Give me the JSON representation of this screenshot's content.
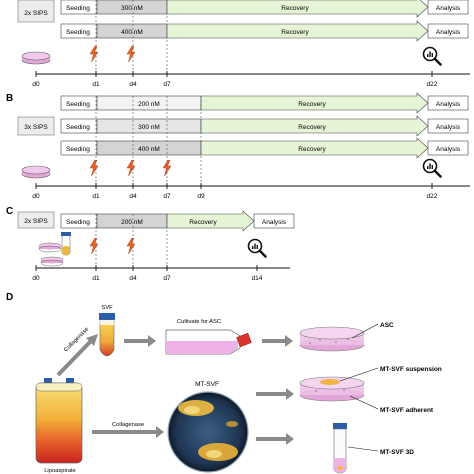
{
  "panels": {
    "A": {
      "group_label": "2x SIPS",
      "rows": [
        {
          "seeding": "Seeding",
          "dose": "300 nM",
          "recovery": "Recovery",
          "analysis": "Analysis"
        },
        {
          "seeding": "Seeding",
          "dose": "400 nM",
          "recovery": "Recovery",
          "analysis": "Analysis"
        }
      ],
      "days": [
        "d0",
        "d1",
        "d4",
        "d7",
        "d22"
      ]
    },
    "B": {
      "letter": "B",
      "group_label": "3x SIPS",
      "rows": [
        {
          "seeding": "Seeding",
          "dose": "200 nM",
          "recovery": "Recovery",
          "analysis": "Analysis"
        },
        {
          "seeding": "Seeding",
          "dose": "300 nM",
          "recovery": "Recovery",
          "analysis": "Analysis"
        },
        {
          "seeding": "Seeding",
          "dose": "400 nM",
          "recovery": "Recovery",
          "analysis": "Analysis"
        }
      ],
      "days": [
        "d0",
        "d1",
        "d4",
        "d7",
        "d9",
        "d22"
      ]
    },
    "C": {
      "letter": "C",
      "group_label": "2x SIPS",
      "row": {
        "seeding": "Seeding",
        "dose": "200 nM",
        "recovery": "Recovery",
        "analysis": "Analysis"
      },
      "days": [
        "d0",
        "d1",
        "d4",
        "d7",
        "d14"
      ]
    },
    "D": {
      "letter": "D",
      "svf": "SVF",
      "collagenase_1": "Collagenase",
      "collagenase_2": "Collagenase",
      "cultivate": "Cultivate for ASC",
      "asc": "ASC",
      "mt_svf": "MT-SVF",
      "mt_svf_suspension": "MT-SVF suspension",
      "mt_svf_adherent": "MT-SVF adherent",
      "mt_svf_3d": "MT-SVF 3D",
      "lipoaspirate": "Lipoaspirate"
    }
  },
  "colors": {
    "seeding": "#ffffff",
    "dose": "#d4d4d4",
    "recovery": "#e5f5d6",
    "analysis": "#ffffff",
    "lightning": "#e8622a",
    "dish": "#e3a6d9",
    "flask_media": "#efb2e6",
    "tube_yellow": "#f5c542",
    "tube_red": "#d9342b",
    "arrow_grey": "#8a8a8a"
  }
}
